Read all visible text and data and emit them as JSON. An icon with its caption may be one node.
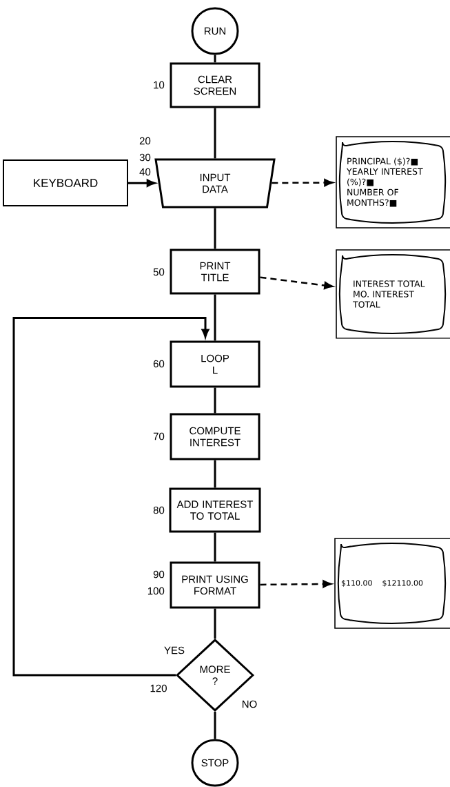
{
  "diagram": {
    "nodes": [
      {
        "text": [
          "RUN"
        ]
      },
      {
        "text": [
          "CLEAR SCREEN"
        ],
        "beside": [
          "10"
        ]
      },
      {
        "text": [
          "INPUT DATA"
        ],
        "beside": [
          "20",
          "30",
          "40"
        ]
      },
      {
        "text": [
          "KEYBOARD"
        ]
      },
      {
        "text": [
          "PRINCIPAL ($)?■",
          "YEARLY INTEREST (%)?■",
          "NUMBER OF MONTHS?■"
        ]
      },
      {
        "text": [
          "PRINT TITLE"
        ],
        "beside": [
          "50"
        ]
      },
      {
        "text": [
          "INTEREST TOTAL",
          "MO. INTEREST TOTAL"
        ]
      },
      {
        "text": [
          "LOOP L"
        ],
        "beside": [
          "60"
        ]
      },
      {
        "text": [
          "COMPUTE INTEREST"
        ],
        "beside": [
          "70"
        ]
      },
      {
        "text": [
          "ADD INTEREST TO TOTAL"
        ],
        "beside": [
          "80"
        ]
      },
      {
        "text": [
          "PRINT USING FORMAT"
        ],
        "beside": [
          "90",
          "100"
        ]
      },
      {
        "text": [
          "$110.00",
          "$12110.00"
        ]
      },
      {
        "text": [
          "MORE ?"
        ],
        "beside": [
          "120"
        ]
      },
      {
        "text": [
          "STOP"
        ]
      }
    ],
    "edges": [
      {
        "from": 0,
        "to": 1,
        "arrow": "none"
      },
      {
        "from": 1,
        "to": 2,
        "arrow": "none"
      },
      {
        "from": 3,
        "to": 2,
        "arrow": "to"
      },
      {
        "from": 2,
        "to": 4,
        "arrow": "to",
        "style": "dashed"
      },
      {
        "from": 2,
        "to": 5,
        "arrow": "none"
      },
      {
        "from": 5,
        "to": 6,
        "arrow": "to",
        "style": "dashed"
      },
      {
        "from": 5,
        "to": 7,
        "arrow": "none"
      },
      {
        "from": 7,
        "to": 8,
        "arrow": "none"
      },
      {
        "from": 8,
        "to": 9,
        "arrow": "none"
      },
      {
        "from": 9,
        "to": 10,
        "arrow": "none"
      },
      {
        "from": 10,
        "to": 11,
        "arrow": "to",
        "style": "dashed"
      },
      {
        "from": 10,
        "to": 12,
        "arrow": "none"
      },
      {
        "from": 12,
        "to": 7,
        "arrow": "to",
        "label": "YES"
      },
      {
        "from": 12,
        "to": 13,
        "arrow": "none",
        "label": "NO"
      }
    ]
  }
}
